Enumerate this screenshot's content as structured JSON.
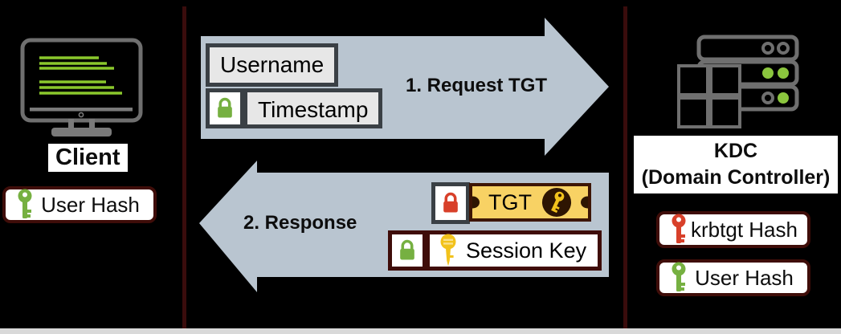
{
  "client": {
    "label": "Client",
    "badge": {
      "label": "User Hash",
      "key_color": "#76b041"
    }
  },
  "kdc": {
    "title_line1": "KDC",
    "title_line2": "(Domain Controller)",
    "badges": [
      {
        "label": "krbtgt Hash",
        "key_color": "#d8402a"
      },
      {
        "label": "User Hash",
        "key_color": "#76b041"
      }
    ]
  },
  "flow": {
    "request": {
      "step_label": "1. Request TGT",
      "items": [
        {
          "label": "Username",
          "encrypted_lock": null
        },
        {
          "label": "Timestamp",
          "encrypted_lock": "#76b041"
        }
      ]
    },
    "response": {
      "step_label": "2. Response",
      "tgt": {
        "label": "TGT",
        "encrypted_lock": "#d8402a"
      },
      "session_key": {
        "label": "Session Key",
        "encrypted_lock": "#76b041"
      }
    }
  },
  "icons": {
    "monitor": "client-monitor-icon",
    "server": "kdc-server-icon",
    "padlock": "lock-icon",
    "key": "key-icon",
    "ticket_key": "tgt-key-icon"
  },
  "colors": {
    "background": "#000000",
    "arrow": "#b9c5d0",
    "divider": "#3a0c0c",
    "box_fill": "#e7e7e7",
    "box_border": "#3a4045",
    "badge_border": "#3f0d09",
    "ticket_fill": "#f8d264",
    "ticket_border": "#3d1505",
    "gold_key": "#f2c21c",
    "green": "#76b041",
    "red": "#d8402a",
    "terminal_green": "#8ac72c",
    "hardware_gray": "#6f6f6f",
    "led_green": "#8bc63e",
    "bottom_strip": "#d9d9d9"
  }
}
